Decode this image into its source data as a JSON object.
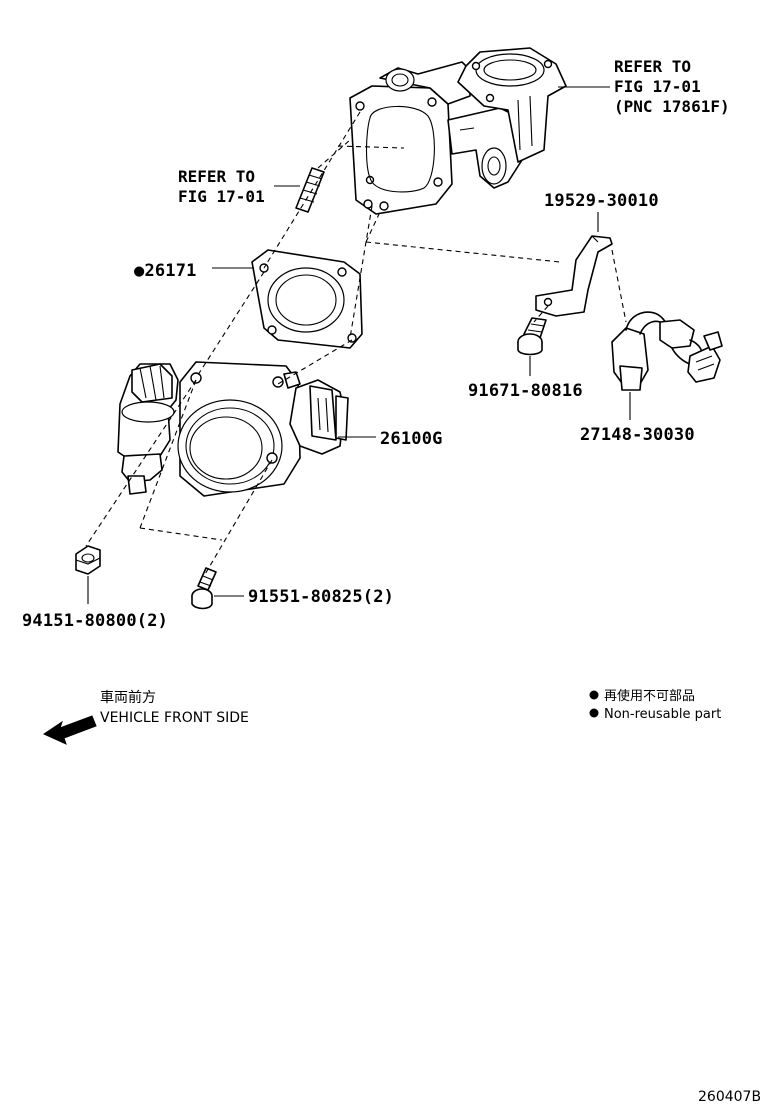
{
  "refer_top": {
    "line1": "REFER TO",
    "line2": "FIG 17-01",
    "line3": "(PNC 17861F)"
  },
  "refer_left": {
    "line1": "REFER TO",
    "line2": "FIG 17-01"
  },
  "parts": {
    "gasket": {
      "marker": "●",
      "number": "26171"
    },
    "throttle_body": {
      "number": "26100G"
    },
    "bracket": {
      "number": "19529-30010"
    },
    "bolt_bracket": {
      "number": "91671-80816"
    },
    "wire_connector": {
      "number": "27148-30030"
    },
    "nut": {
      "number": "94151-80800(2)"
    },
    "bolt": {
      "number": "91551-80825(2)"
    }
  },
  "direction": {
    "jp": "車両前方",
    "en": "VEHICLE FRONT SIDE"
  },
  "legend": {
    "marker": "●",
    "jp": "再使用不可部品",
    "en": "Non-reusable part"
  },
  "figure_code": "260407B",
  "colors": {
    "ink": "#000000",
    "paper": "#ffffff"
  },
  "icons": {
    "direction_arrow": "arrow-left-icon",
    "legend_dot": "filled-circle-icon"
  }
}
